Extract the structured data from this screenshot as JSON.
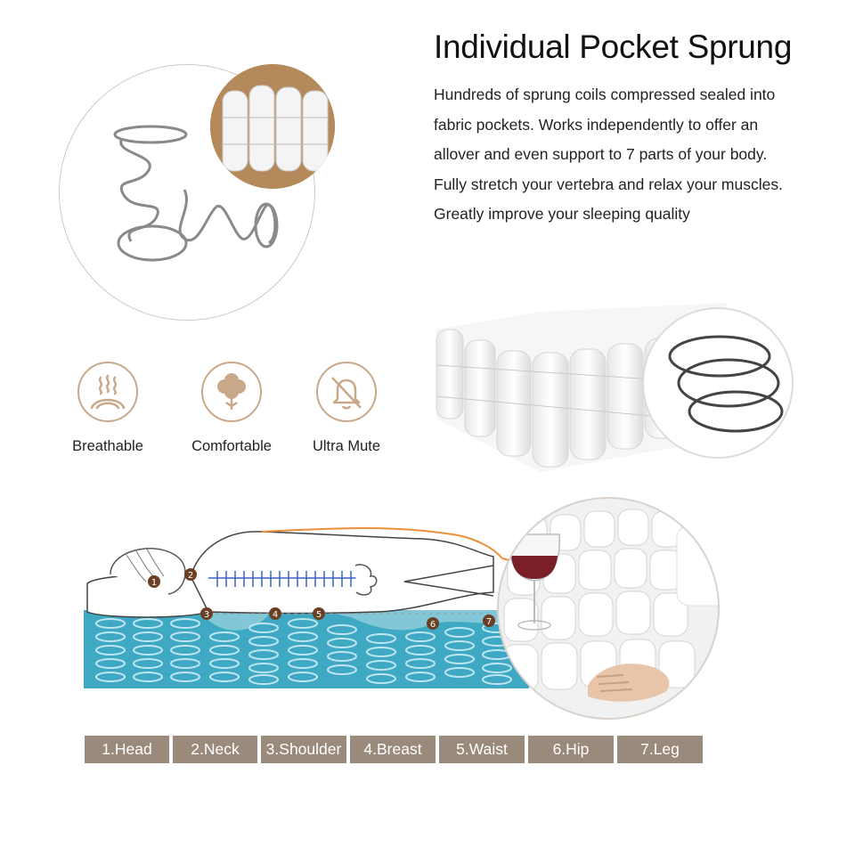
{
  "heading": {
    "title": "Individual Pocket Sprung",
    "lines": [
      "Hundreds of sprung coils compressed sealed into",
      "fabric pockets. Works independently to offer an",
      "allover and even support to 7 parts of your body.",
      "Fully stretch your vertebra and relax your muscles.",
      "Greatly improve your sleeping quality"
    ]
  },
  "features": [
    {
      "label": "Breathable",
      "icon": "heat-waves-icon"
    },
    {
      "label": "Comfortable",
      "icon": "cotton-flower-icon"
    },
    {
      "label": "Ultra Mute",
      "icon": "mute-bell-icon"
    }
  ],
  "zone_markers": [
    "1",
    "2",
    "3",
    "4",
    "5",
    "6",
    "7"
  ],
  "body_parts": [
    "1.Head",
    "2.Neck",
    "3.Shoulder",
    "4.Breast",
    "5.Waist",
    "6.Hip",
    "7.Leg"
  ],
  "colors": {
    "accent_brown": "#9a8a7c",
    "mattress_blue": "#3fa9c4",
    "marker_brown": "#6b3f24",
    "ring_tan": "#c9a88a"
  }
}
